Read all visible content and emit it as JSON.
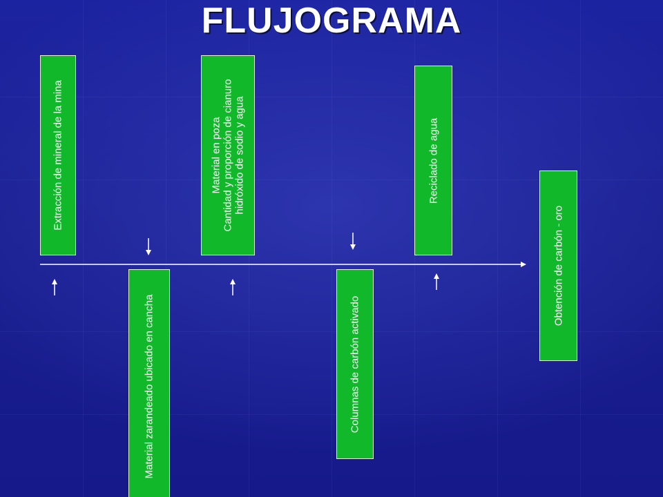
{
  "title": "FLUJOGRAMA",
  "steps": [
    {
      "label": "Extracción de mineral de la mina"
    },
    {
      "label": "Material zarandeado ubicado en cancha"
    },
    {
      "lines": [
        "Material en poza",
        "Cantidad y proporción de cianuro",
        "hidróxido de sodio y agua"
      ]
    },
    {
      "label": "Columnas de carbón activado"
    },
    {
      "label": "Reciclado de agua"
    },
    {
      "label": "Obtención de carbón - oro"
    }
  ],
  "colors": {
    "background": "#1a1f8e",
    "box_fill": "#11b82a",
    "box_border": "#e8f5ea",
    "line": "#ffffff",
    "text": "#ffffff"
  }
}
